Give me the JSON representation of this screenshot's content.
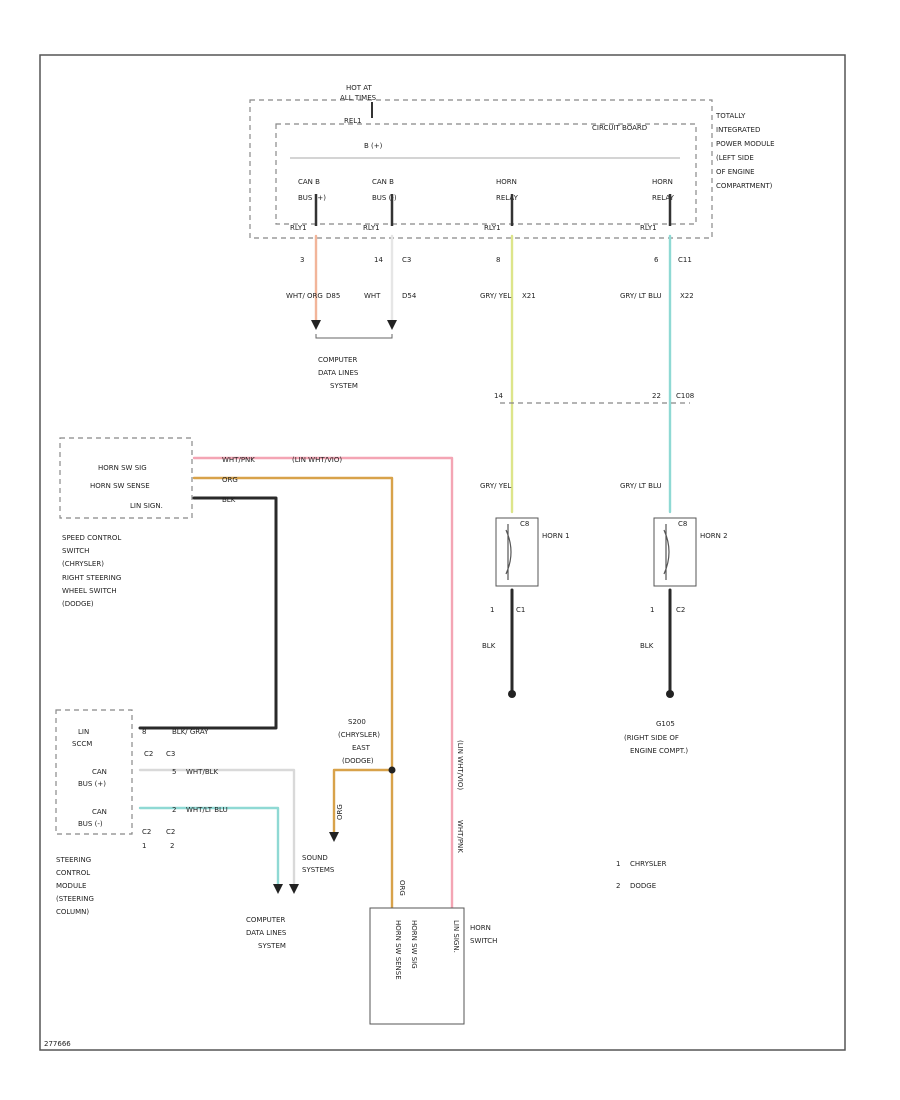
{
  "colors": {
    "pink": "#f4a5b4",
    "orange_wire": "#d8a24a",
    "yellow_wire": "#dde58a",
    "cyan_wire": "#8fd9d4",
    "orange_pink": "#f2b59a",
    "black_wire": "#2a2a2a"
  },
  "pdm": {
    "hot_at_1": "HOT AT",
    "hot_at_2": "ALL TIMES",
    "fuse_ref": "REL1",
    "circuit_board": "CIRCUIT BOARD",
    "bplus": "B (+)",
    "label": [
      "TOTALLY",
      "INTEGRATED",
      "POWER MODULE",
      "(LEFT SIDE",
      "OF ENGINE",
      "COMPARTMENT)"
    ],
    "relays": [
      {
        "name": "CAN B",
        "sub": "BUS (+)",
        "tag": "RLY1"
      },
      {
        "name": "CAN B",
        "sub": "BUS (-)",
        "tag": "RLY1"
      },
      {
        "name": "HORN",
        "sub": "RELAY",
        "tag": "RLY1"
      },
      {
        "name": "HORN",
        "sub": "RELAY",
        "tag": "RLY1"
      }
    ]
  },
  "top_wires": [
    {
      "pin": "3",
      "conn": "",
      "color": "WHT/ ORG",
      "circ": "D85"
    },
    {
      "pin": "14",
      "conn": "C3",
      "color": "WHT",
      "circ": "D54"
    },
    {
      "pin": "8",
      "conn": "",
      "color": "GRY/ YEL",
      "circ": "X21"
    },
    {
      "pin": "6",
      "conn": "C11",
      "color": "GRY/ LT BLU",
      "circ": "X22"
    }
  ],
  "computer_data_top": [
    "COMPUTER",
    "DATA LINES",
    "SYSTEM"
  ],
  "inline_conn": {
    "pin_left": "14",
    "pin_right": "22",
    "name": "C108"
  },
  "horns": [
    {
      "wire_color": "GRY/ YEL",
      "conn": "C8",
      "name": "HORN 1",
      "pin": "1",
      "out_conn": "C1",
      "gnd_color": "BLK"
    },
    {
      "wire_color": "GRY/ LT BLU",
      "conn": "C8",
      "name": "HORN 2",
      "pin": "1",
      "out_conn": "C2",
      "gnd_color": "BLK"
    }
  ],
  "ground": {
    "name": "G105",
    "desc": [
      "(RIGHT SIDE OF",
      "ENGINE COMPT.)"
    ]
  },
  "speed_switch": {
    "pins": [
      "HORN SW SIG",
      "HORN SW SENSE",
      "LIN SIGN."
    ],
    "wire_labels": [
      "WHT/PNK",
      "(LIN WHT/VIO)",
      "ORG",
      "BLK"
    ],
    "label": [
      "SPEED CONTROL",
      "SWITCH",
      "(CHRYSLER)",
      "RIGHT STEERING",
      "WHEEL SWITCH",
      "(DODGE)"
    ]
  },
  "scm": {
    "pins": [
      "LIN",
      "SCCM",
      "CAN",
      "BUS (+)",
      "CAN",
      "BUS (-)"
    ],
    "pin_nums": [
      "8",
      "5",
      "2"
    ],
    "conns": [
      "C2",
      "C3",
      "C2",
      "C2"
    ],
    "wire_labels": [
      "BLK/ GRAY",
      "WHT/BLK",
      "WHT/LT BLU"
    ],
    "notes": [
      "1",
      "2"
    ],
    "label": [
      "STEERING",
      "CONTROL",
      "MODULE",
      "(STEERING",
      "COLUMN)"
    ]
  },
  "splice": {
    "name": [
      "S200",
      "(CHRYSLER)",
      "EAST",
      "(DODGE)"
    ],
    "wire": "ORG"
  },
  "sound": [
    "SOUND",
    "SYSTEMS"
  ],
  "computer_data_bottom": [
    "COMPUTER",
    "DATA LINES",
    "SYSTEM"
  ],
  "vertical_labels": [
    "ORG",
    "WHT/PNK",
    "(LIN WHT/VIO)"
  ],
  "horn_switch": {
    "name": [
      "HORN",
      "SWITCH"
    ],
    "inner": [
      "HORN SW SENSE",
      "HORN SW SIG",
      "LIN SIGN."
    ]
  },
  "legend": [
    {
      "num": "1",
      "text": "CHRYSLER"
    },
    {
      "num": "2",
      "text": "DODGE"
    }
  ],
  "figure_id": "277666"
}
